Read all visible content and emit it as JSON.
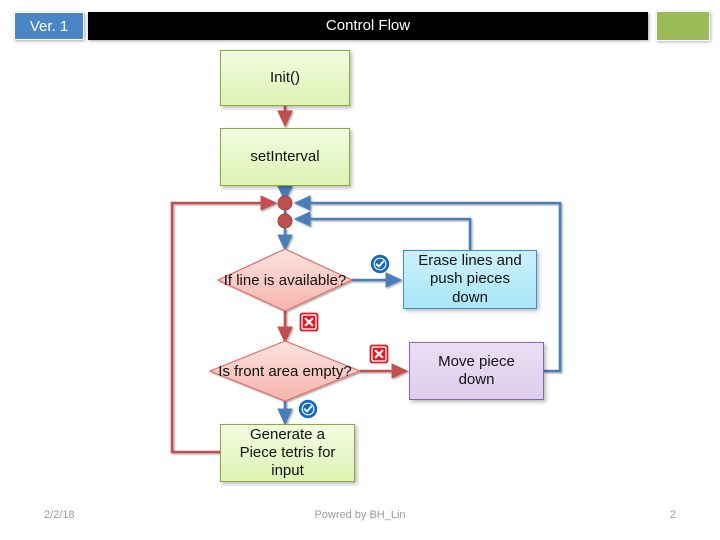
{
  "header": {
    "version_label": "Ver. 1",
    "title": "Control Flow",
    "accent_color": "#9bbb59",
    "version_bg": "#4a86c5",
    "title_bg": "#000000"
  },
  "flow": {
    "nodes": [
      {
        "id": "init",
        "label": "Init()",
        "shape": "rect",
        "style": "green"
      },
      {
        "id": "interval",
        "label": "setInterval",
        "shape": "rect",
        "style": "green"
      },
      {
        "id": "line",
        "label": "If line is available?",
        "shape": "diamond",
        "style": "pink"
      },
      {
        "id": "erase",
        "label": "Erase lines and push pieces down",
        "shape": "rect",
        "style": "blue"
      },
      {
        "id": "front",
        "label": "Is front area empty?",
        "shape": "diamond",
        "style": "pink"
      },
      {
        "id": "move",
        "label": "Move piece down",
        "shape": "rect",
        "style": "purple"
      },
      {
        "id": "generate",
        "label": "Generate a Piece tetris for input",
        "shape": "rect",
        "style": "green"
      }
    ],
    "node_text": {
      "init": "Init()",
      "interval": "setInterval",
      "line": "If line is available?",
      "erase_line1": "Erase lines and",
      "erase_line2": "push pieces",
      "erase_line3": "down",
      "front": "Is front area empty?",
      "move_line1": "Move piece",
      "move_line2": "down",
      "generate_line1": "Generate a",
      "generate_line2": "Piece tetris for",
      "generate_line3": "input"
    },
    "branch_icons": [
      {
        "id": "line-yes",
        "icon": "check-icon",
        "meaning": "yes"
      },
      {
        "id": "line-no",
        "icon": "cross-icon",
        "meaning": "no"
      },
      {
        "id": "front-no",
        "icon": "cross-icon",
        "meaning": "no"
      },
      {
        "id": "front-yes",
        "icon": "check-icon",
        "meaning": "yes"
      }
    ],
    "colors": {
      "green_fill": "#ddf3b4",
      "green_border": "#8aa93c",
      "blue_fill": "#a8e6f7",
      "blue_border": "#3b8fc2",
      "purple_fill": "#ddcdec",
      "purple_border": "#8a63ab",
      "diamond_fill": "#f9c6c0",
      "diamond_border": "#e06b63",
      "arrow_red": "#c0504d",
      "arrow_blue": "#4a7ebb",
      "junction_dot": "#c0504d",
      "check_icon": "#1268c3",
      "cross_icon": "#d91e2a"
    }
  },
  "footer": {
    "date": "2/2/18",
    "credit": "Powred by BH_Lin",
    "page_number": "2"
  }
}
